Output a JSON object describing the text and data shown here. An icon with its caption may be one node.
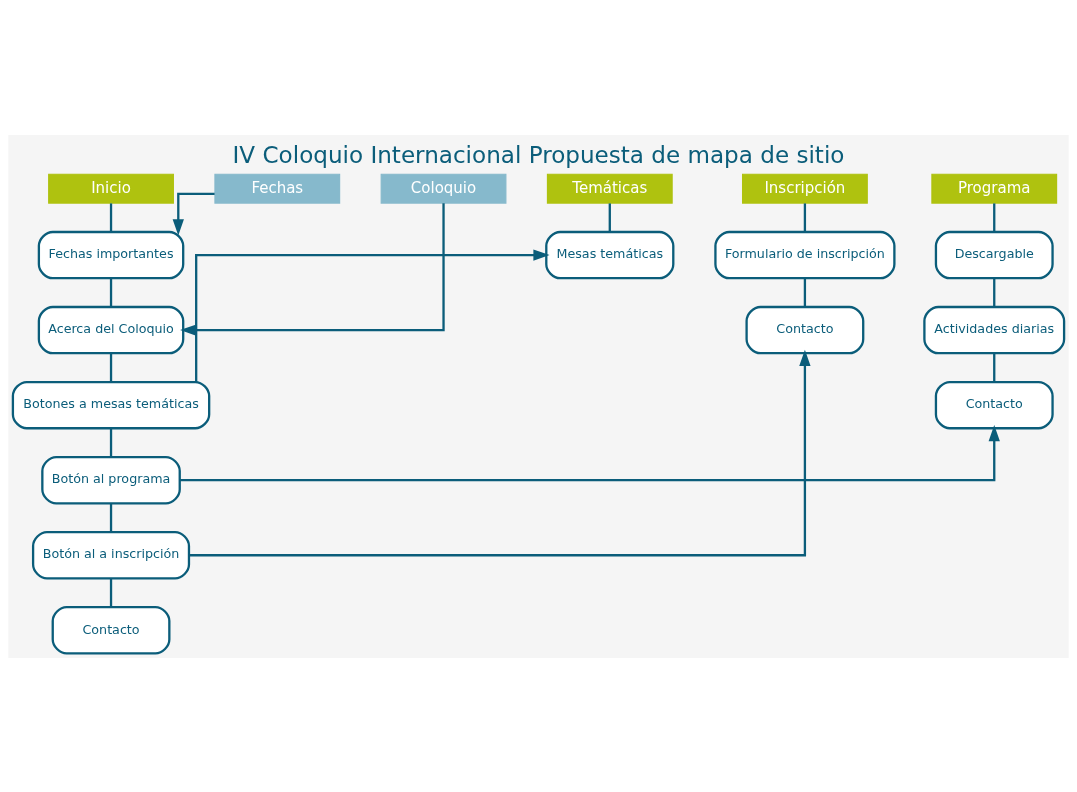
{
  "diagram": {
    "title": "IV Coloquio Internacional Propuesta de mapa de sitio",
    "nodes": [
      {
        "text": [
          "Inicio"
        ]
      },
      {
        "text": [
          "Fechas"
        ]
      },
      {
        "text": [
          "Coloquio"
        ]
      },
      {
        "text": [
          "Temáticas"
        ]
      },
      {
        "text": [
          "Inscripción"
        ]
      },
      {
        "text": [
          "Programa"
        ]
      },
      {
        "text": [
          "Fechas importantes"
        ]
      },
      {
        "text": [
          "Acerca del Coloquio"
        ]
      },
      {
        "text": [
          "Botones a mesas temáticas"
        ]
      },
      {
        "text": [
          "Botón al programa"
        ]
      },
      {
        "text": [
          "Botón al a inscripción"
        ]
      },
      {
        "text": [
          "Contacto"
        ]
      },
      {
        "text": [
          "Mesas temáticas"
        ]
      },
      {
        "text": [
          "Formulario de inscripción"
        ]
      },
      {
        "text": [
          "Contacto"
        ]
      },
      {
        "text": [
          "Descargable"
        ]
      },
      {
        "text": [
          "Actividades diarias"
        ]
      },
      {
        "text": [
          "Contacto"
        ]
      }
    ],
    "edges": [
      {
        "from": 0,
        "to": 6,
        "arrow": "none"
      },
      {
        "from": 6,
        "to": 7,
        "arrow": "none"
      },
      {
        "from": 7,
        "to": 8,
        "arrow": "none"
      },
      {
        "from": 8,
        "to": 9,
        "arrow": "none"
      },
      {
        "from": 9,
        "to": 10,
        "arrow": "none"
      },
      {
        "from": 10,
        "to": 11,
        "arrow": "none"
      },
      {
        "from": 1,
        "to": 6,
        "arrow": "to"
      },
      {
        "from": 2,
        "to": 7,
        "arrow": "to"
      },
      {
        "from": 3,
        "to": 12,
        "arrow": "none"
      },
      {
        "from": 8,
        "to": 12,
        "arrow": "to"
      },
      {
        "from": 4,
        "to": 13,
        "arrow": "none"
      },
      {
        "from": 13,
        "to": 14,
        "arrow": "none"
      },
      {
        "from": 5,
        "to": 15,
        "arrow": "none"
      },
      {
        "from": 15,
        "to": 16,
        "arrow": "none"
      },
      {
        "from": 16,
        "to": 17,
        "arrow": "none"
      },
      {
        "from": 9,
        "to": 17,
        "arrow": "to"
      },
      {
        "from": 10,
        "to": 14,
        "arrow": "to"
      }
    ]
  }
}
